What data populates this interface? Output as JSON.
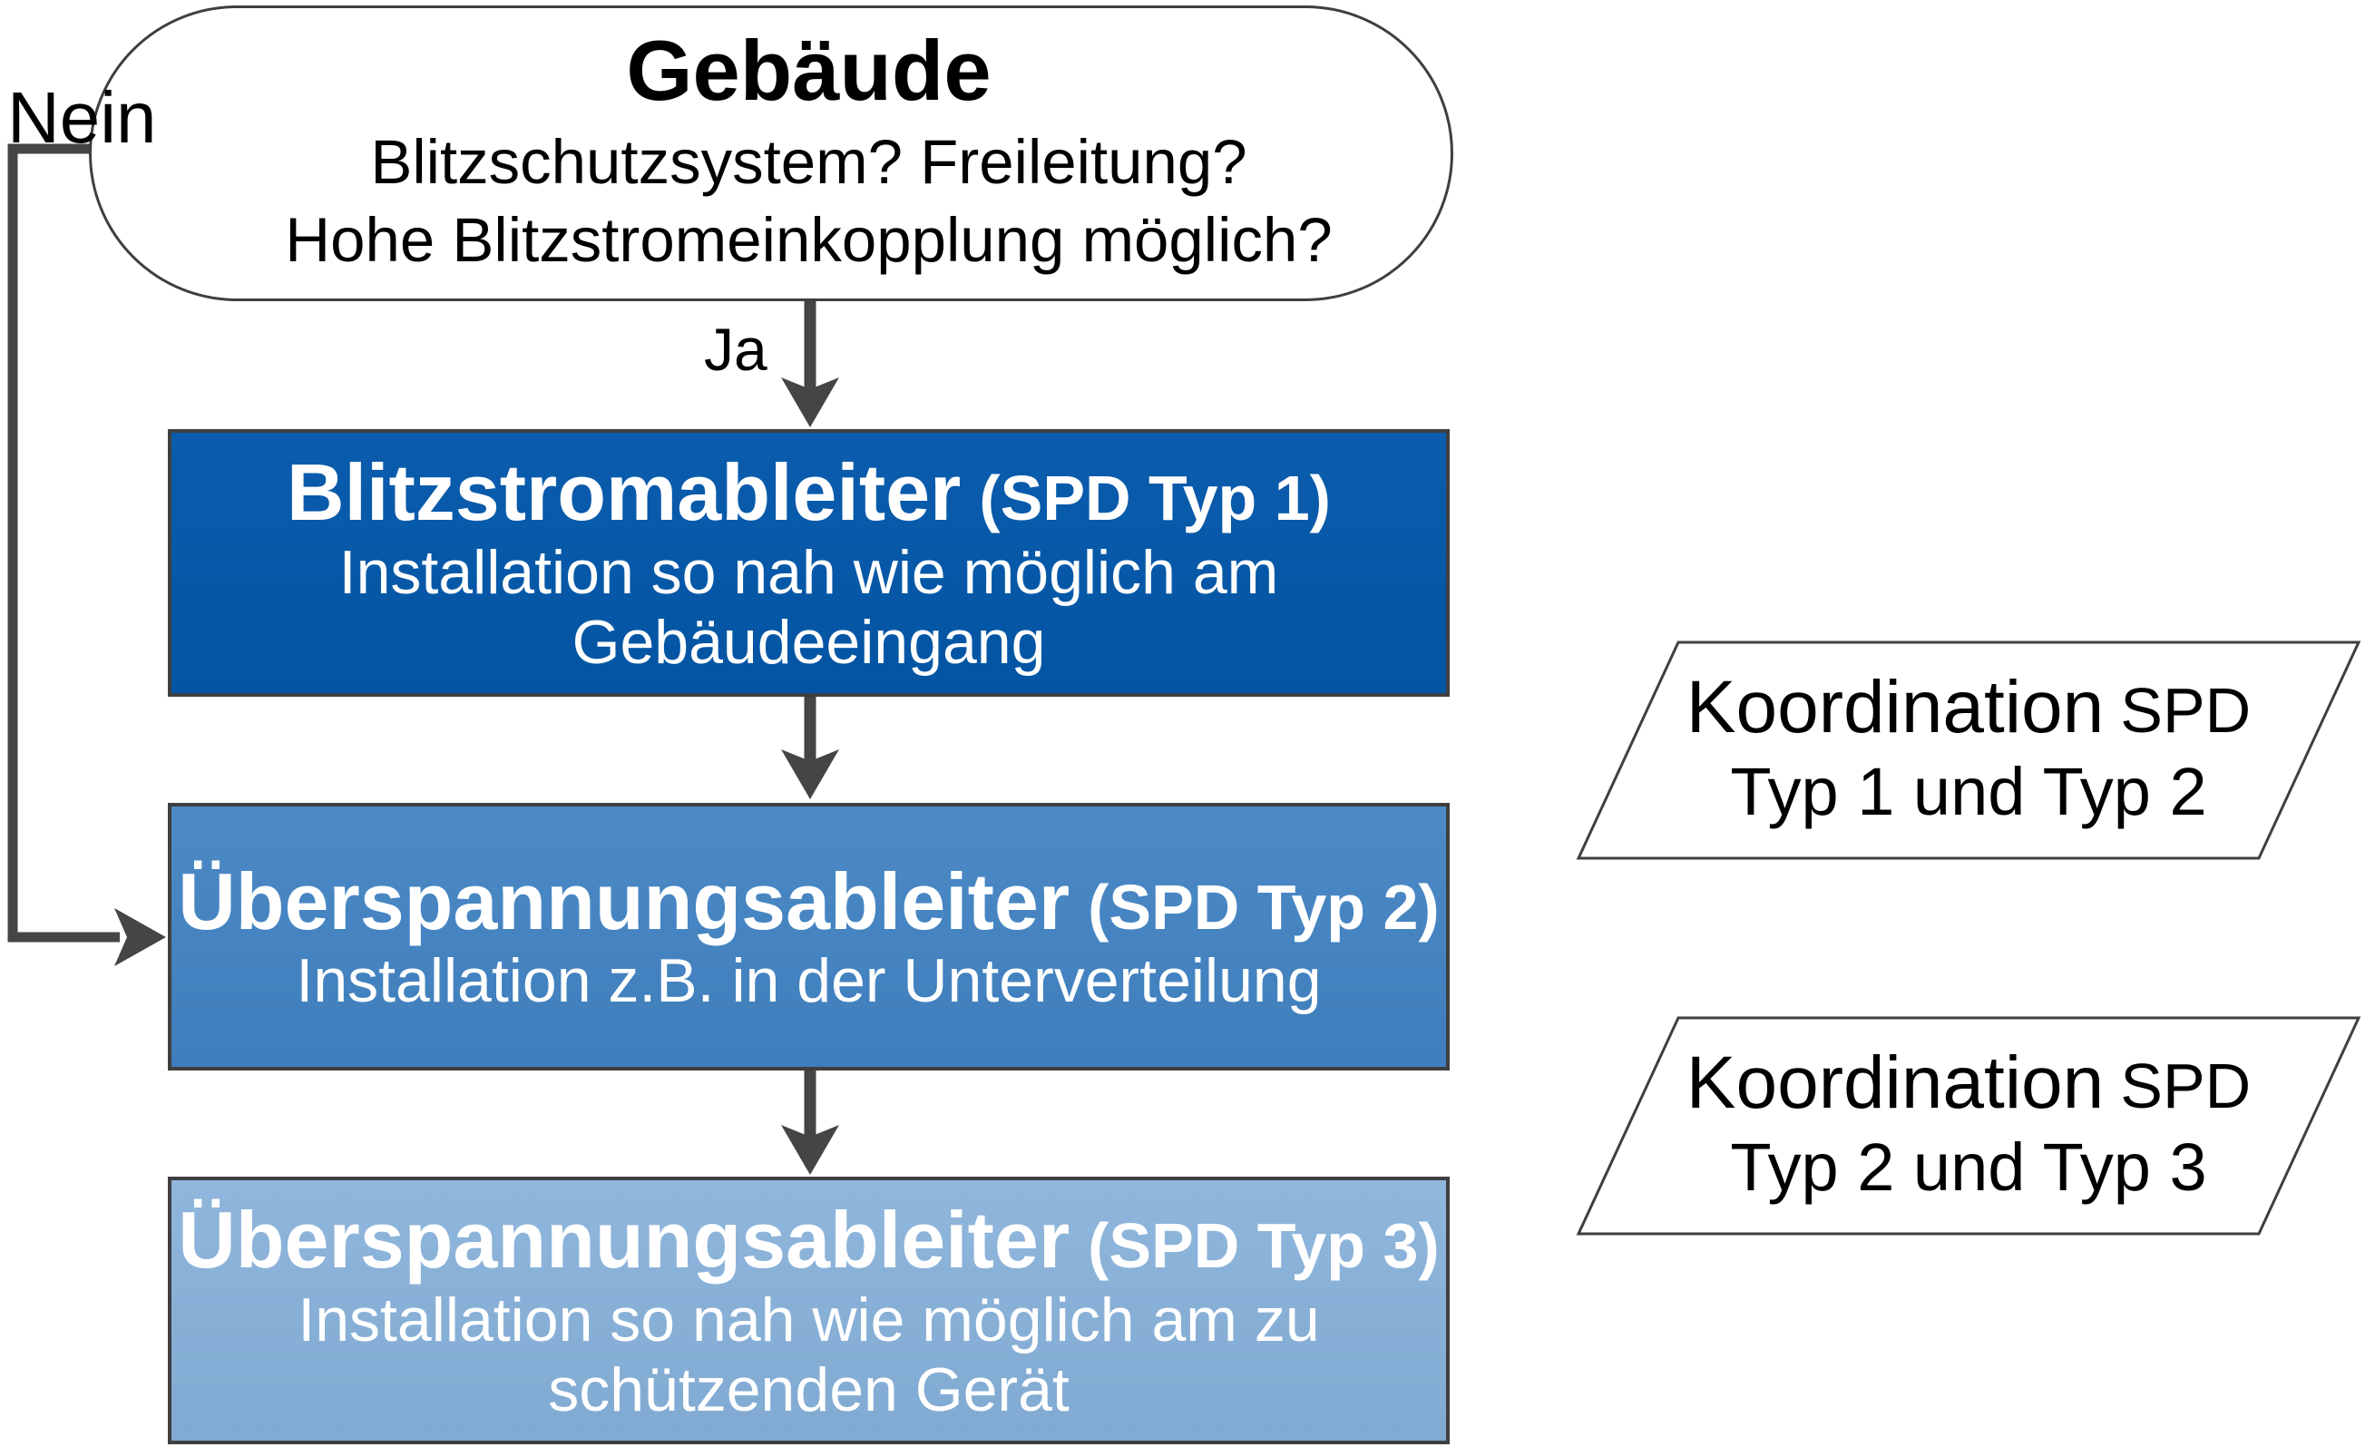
{
  "colors": {
    "background": "#FFFFFF",
    "connector": "#454545",
    "outline": "#3F3F3F",
    "box1_top": "#0B5CAD",
    "box1_bottom": "#0355A3",
    "box2_top": "#4D8AC6",
    "box2_bottom": "#3E7EBC",
    "box3_top": "#90B6DC",
    "box3_bottom": "#80AAD2",
    "box_text": "#FFFFFF",
    "text": "#000000"
  },
  "decision": {
    "title": "Gebäude",
    "line1": "Blitzschutzsystem? Freileitung?",
    "line2": "Hohe Blitzstromeinkopplung möglich?"
  },
  "labels": {
    "yes": "Ja",
    "no": "Nein"
  },
  "boxes": [
    {
      "title": "Blitzstromableiter",
      "title_suffix": "(SPD Typ 1)",
      "body": [
        "Installation so nah wie möglich am",
        "Gebäudeeingang"
      ]
    },
    {
      "title": "Überspannungsableiter",
      "title_suffix": "(SPD Typ 2)",
      "body": [
        "Installation z.B. in der Unterverteilung"
      ]
    },
    {
      "title": "Überspannungsableiter",
      "title_suffix": "(SPD Typ 3)",
      "body": [
        "Installation so nah wie möglich am zu",
        "schützenden Gerät"
      ]
    }
  ],
  "koordination": [
    {
      "line1": "Koordination",
      "line1_suffix": "SPD",
      "line2": "Typ 1 und Typ 2"
    },
    {
      "line1": "Koordination",
      "line1_suffix": "SPD",
      "line2": "Typ 2 und Typ 3"
    }
  ]
}
